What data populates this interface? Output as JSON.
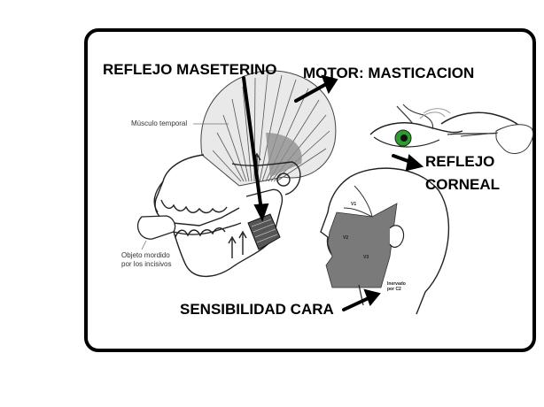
{
  "labels": {
    "masseter_reflex": "REFLEJO MASETERINO",
    "motor": "MOTOR: MASTICACION",
    "corneal_line1": "REFLEJO",
    "corneal_line2": "CORNEAL",
    "face_sensitivity": "SENSIBILIDAD CARA"
  },
  "annotations": {
    "temporal_muscle": "Músculo temporal",
    "bitten_object_line1": "Objeto mordido",
    "bitten_object_line2": "por los incisivos",
    "v1": "V1",
    "v2": "V2",
    "v3": "V3",
    "c2_line1": "Inervado",
    "c2_line2": "por C2"
  },
  "colors": {
    "frame": "#000000",
    "dermatome_shade": "#7a7a7a",
    "iris": "#2e9b2e"
  }
}
